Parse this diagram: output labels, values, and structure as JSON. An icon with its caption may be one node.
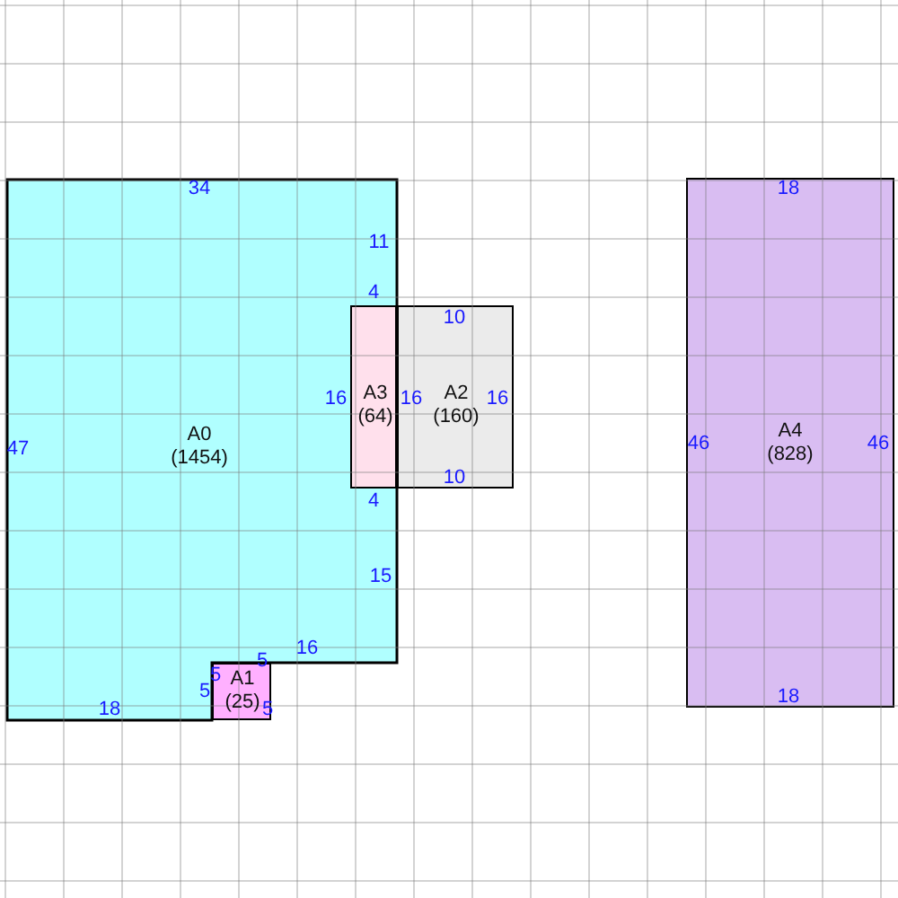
{
  "diagram": {
    "nodes": [
      {
        "text": [
          "A0",
          "(1454)"
        ]
      },
      {
        "text": [
          "A1",
          "(25)"
        ]
      },
      {
        "text": [
          "A2",
          "(160)"
        ]
      },
      {
        "text": [
          "A3",
          "(64)"
        ],
        "in": 0
      },
      {
        "text": [
          "A4",
          "(828)"
        ]
      }
    ],
    "labels": [
      "34",
      "18",
      "11",
      "4",
      "10",
      "16",
      "16",
      "16",
      "47",
      "46",
      "46",
      "10",
      "4",
      "15",
      "16",
      "5",
      "5",
      "5",
      "18",
      "18",
      "5"
    ]
  }
}
